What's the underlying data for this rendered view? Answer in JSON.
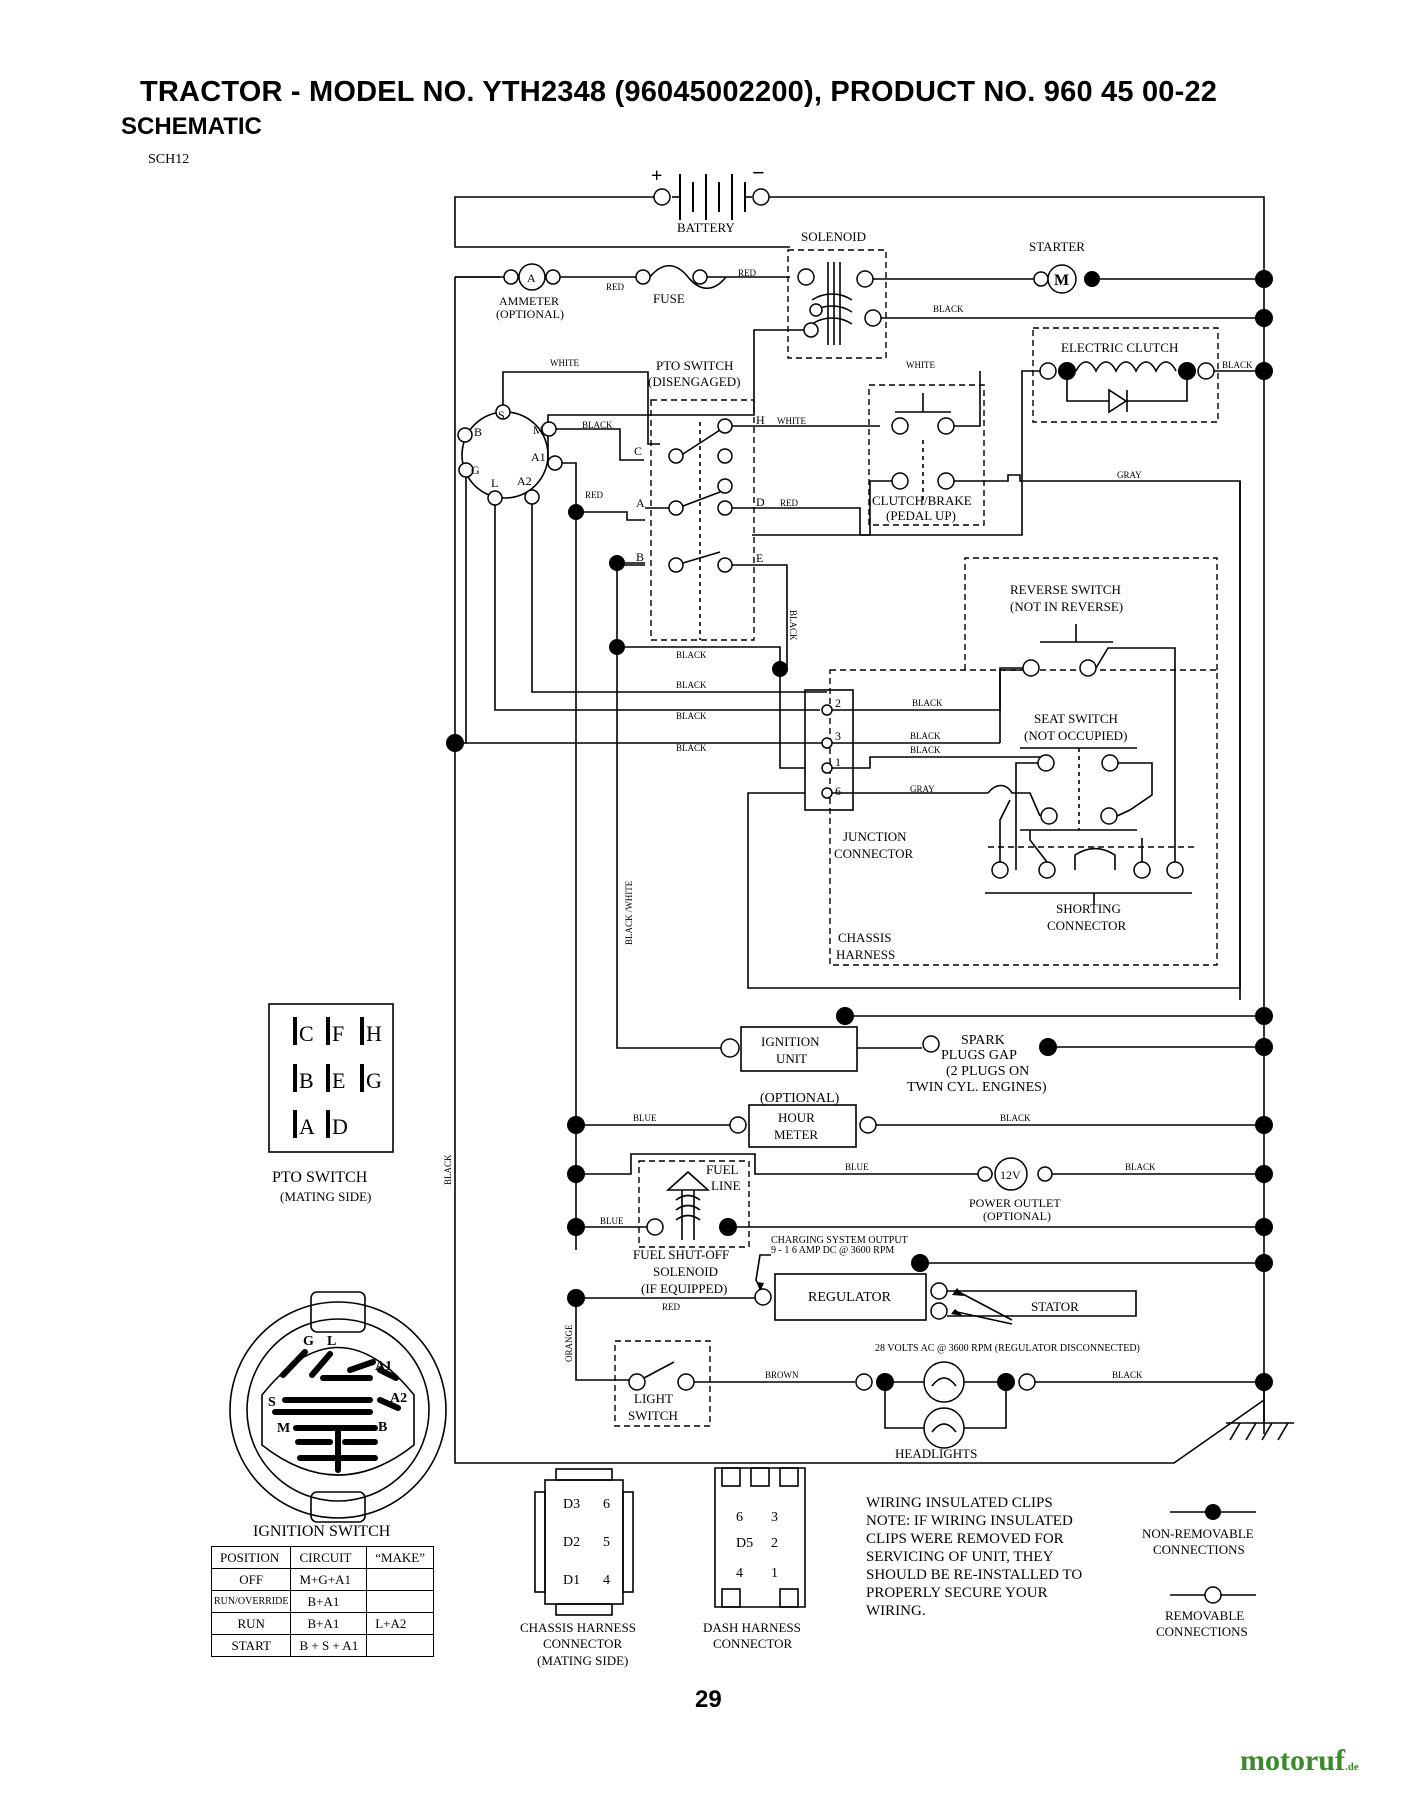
{
  "header": {
    "title": "TRACTOR - MODEL NO. YTH2348 (96045002200), PRODUCT NO. 960 45 00-22",
    "subtitle": "SCHEMATIC",
    "code": "SCH12"
  },
  "components": {
    "battery": "BATTERY",
    "battery_plus": "+",
    "battery_minus": "−",
    "solenoid": "SOLENOID",
    "starter": "STARTER",
    "starter_symbol": "M",
    "ammeter": "AMMETER",
    "ammeter_note": "(OPTIONAL)",
    "ammeter_symbol": "A",
    "fuse": "FUSE",
    "electric_clutch": "ELECTRIC CLUTCH",
    "pto_switch": "PTO SWITCH",
    "pto_switch_state": "(DISENGAGED)",
    "clutch_brake": "CLUTCH/BRAKE",
    "clutch_brake_state": "(PEDAL UP)",
    "reverse_switch": "REVERSE SWITCH",
    "reverse_switch_state": "(NOT IN REVERSE)",
    "seat_switch": "SEAT SWITCH",
    "seat_switch_state": "(NOT OCCUPIED)",
    "junction_connector_1": "JUNCTION",
    "junction_connector_2": "CONNECTOR",
    "shorting_connector_1": "SHORTING",
    "shorting_connector_2": "CONNECTOR",
    "chassis_harness_1": "CHASSIS",
    "chassis_harness_2": "HARNESS",
    "ignition_unit_1": "IGNITION",
    "ignition_unit_2": "UNIT",
    "spark_1": "SPARK",
    "spark_2": "PLUGS GAP",
    "spark_3": "(2 PLUGS ON",
    "spark_4": "TWIN CYL. ENGINES)",
    "hour_meter_note": "(OPTIONAL)",
    "hour_meter_1": "HOUR",
    "hour_meter_2": "METER",
    "fuel_line_1": "FUEL",
    "fuel_line_2": "LINE",
    "power_outlet_symbol": "12V",
    "power_outlet": "POWER OUTLET",
    "power_outlet_note": "(OPTIONAL)",
    "fuel_solenoid_1": "FUEL SHUT-OFF",
    "fuel_solenoid_2": "SOLENOID",
    "fuel_solenoid_3": "(IF EQUIPPED)",
    "charging_1": "CHARGING SYSTEM OUTPUT",
    "charging_2": "9 - 1 6 AMP DC @ 3600 RPM",
    "regulator": "REGULATOR",
    "stator": "STATOR",
    "stator_ac": "28 VOLTS AC @ 3600 RPM (REGULATOR DISCONNECTED)",
    "light_switch_1": "LIGHT",
    "light_switch_2": "SWITCH",
    "headlights": "HEADLIGHTS"
  },
  "wire_colors": {
    "red": "RED",
    "black": "BLACK",
    "white": "WHITE",
    "gray": "GRAY",
    "blue": "BLUE",
    "orange": "ORANGE",
    "brown": "BROWN",
    "black_white": "BLACK /WHITE"
  },
  "pins": {
    "ign": [
      "S",
      "B",
      "G",
      "M",
      "A1",
      "L",
      "A2"
    ],
    "pto": [
      "C",
      "H",
      "A",
      "D",
      "B",
      "E"
    ],
    "junction": [
      "2",
      "3",
      "1",
      "6"
    ]
  },
  "pto_mating": {
    "label": "PTO SWITCH",
    "note": "(MATING SIDE)",
    "row1": [
      "C",
      "F",
      "H"
    ],
    "row2": [
      "B",
      "E",
      "G"
    ],
    "row3": [
      "A",
      "D"
    ]
  },
  "ignition_switch": {
    "label": "IGNITION SWITCH",
    "terminals": [
      "G",
      "L",
      "A1",
      "A2",
      "S",
      "M",
      "B"
    ],
    "table_headers": [
      "POSITION",
      "CIRCUIT",
      "“MAKE”"
    ],
    "rows": [
      {
        "position": "OFF",
        "circuit": "M+G+A1",
        "make": ""
      },
      {
        "position": "RUN/OVERRIDE",
        "circuit": "B+A1",
        "make": ""
      },
      {
        "position": "RUN",
        "circuit": "B+A1",
        "make": "L+A2"
      },
      {
        "position": "START",
        "circuit": "B + S + A1",
        "make": ""
      }
    ]
  },
  "chassis_connector": {
    "pins_left": [
      "D3",
      "D2",
      "D1"
    ],
    "pins_right": [
      "6",
      "5",
      "4"
    ],
    "label_1": "CHASSIS HARNESS",
    "label_2": "CONNECTOR",
    "label_3": "(MATING SIDE)"
  },
  "dash_connector": {
    "pins_left": [
      "6",
      "D5",
      "4"
    ],
    "pins_right": [
      "3",
      "2",
      "1"
    ],
    "label_1": "DASH HARNESS",
    "label_2": "CONNECTOR"
  },
  "notes": [
    "WIRING INSULATED CLIPS",
    "NOTE:  IF WIRING INSULATED",
    "CLIPS WERE REMOVED FOR",
    "SERVICING OF UNIT, THEY",
    "SHOULD BE RE-INSTALLED TO",
    "PROPERLY SECURE YOUR",
    "WIRING."
  ],
  "legend": {
    "non_removable_1": "NON-REMOVABLE",
    "non_removable_2": "CONNECTIONS",
    "removable_1": "REMOVABLE",
    "removable_2": "CONNECTIONS"
  },
  "page_number": "29",
  "brand": "motoruf",
  "brand_suffix": ".de"
}
